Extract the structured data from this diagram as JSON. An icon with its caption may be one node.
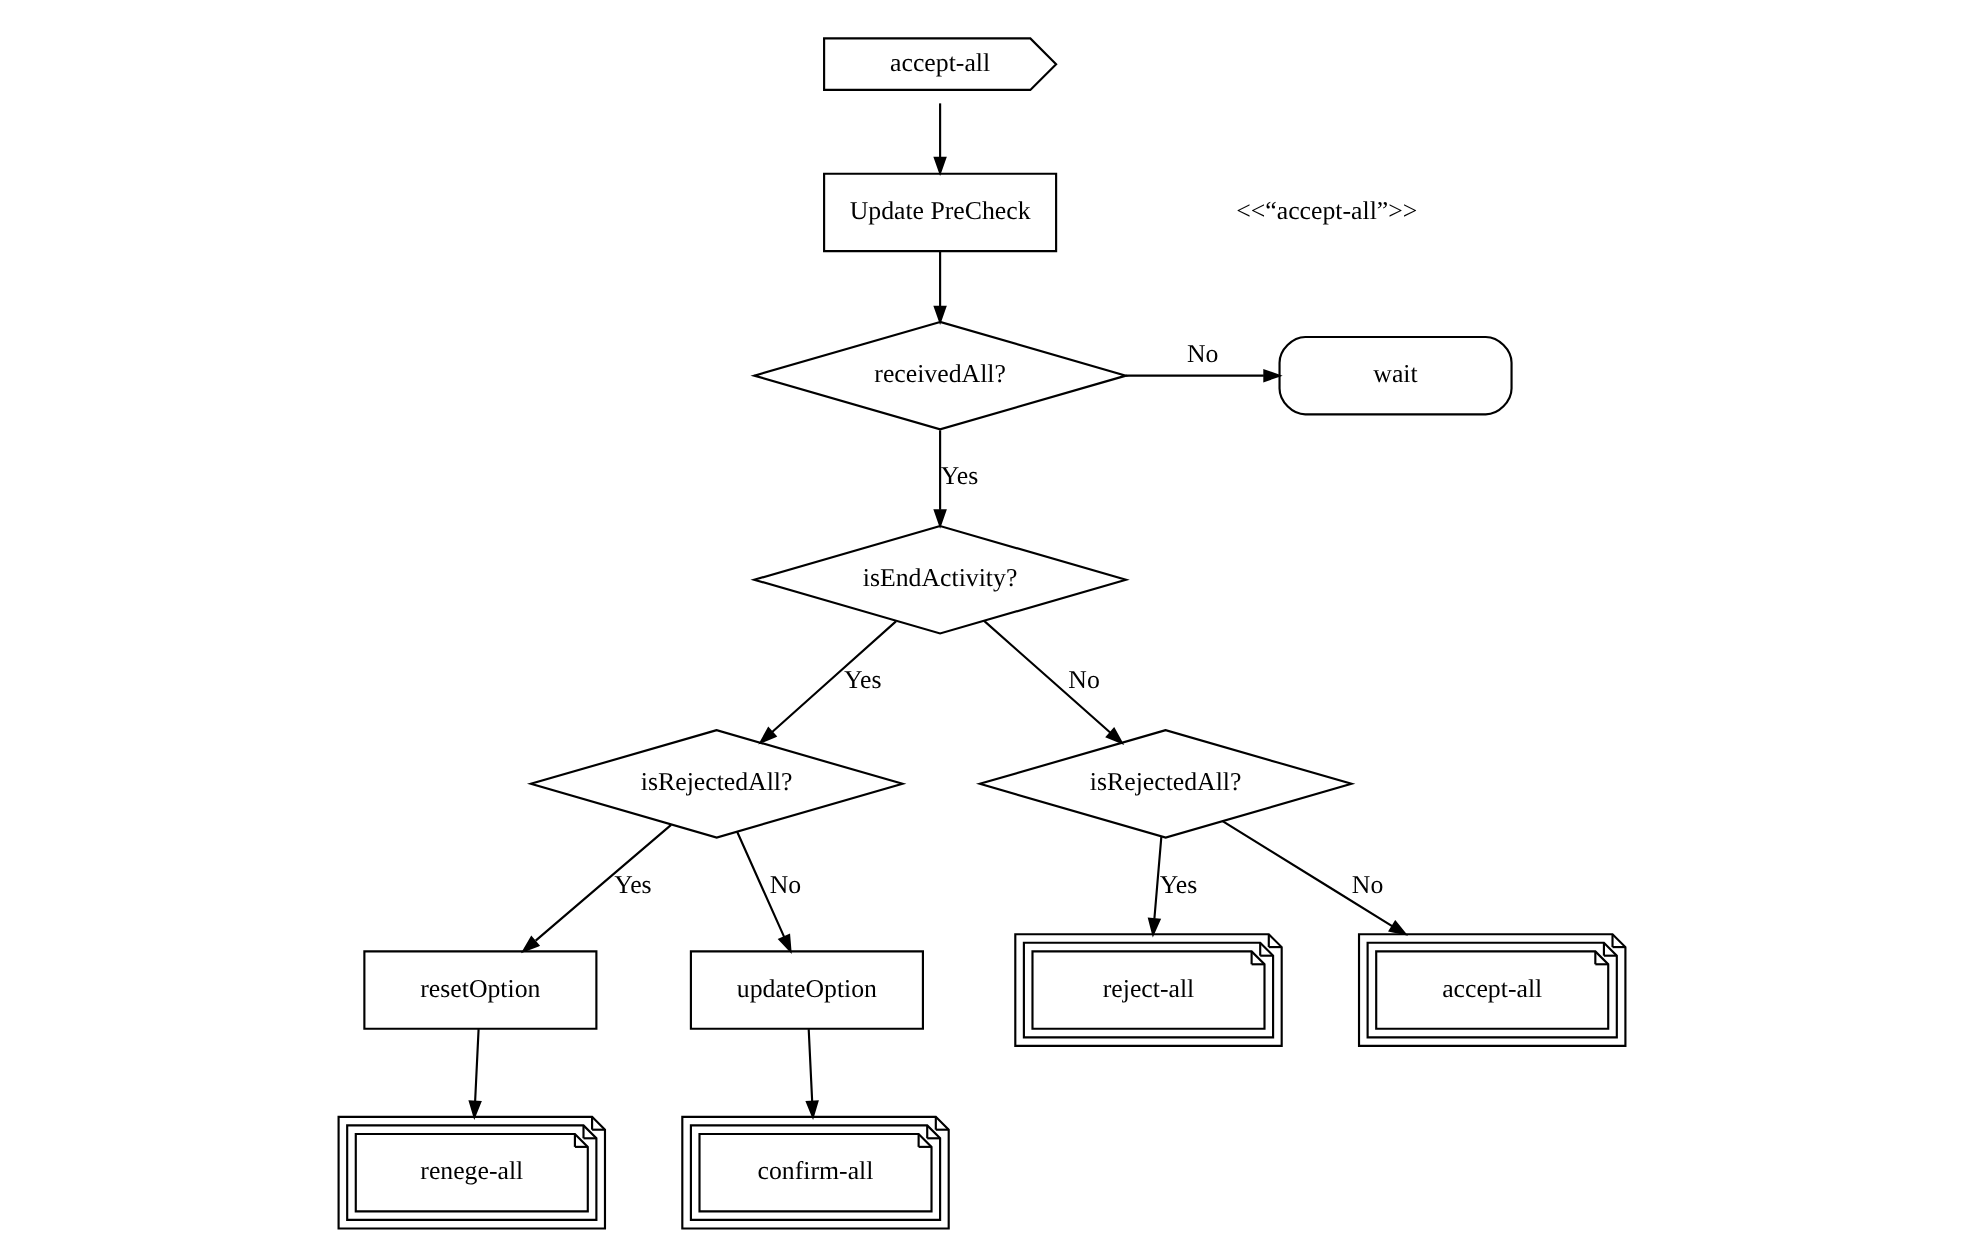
{
  "diagram": {
    "nodes": [
      {
        "text": [
          "accept-all"
        ]
      },
      {
        "text": [
          "Update PreCheck"
        ]
      },
      {
        "text": [
          "receivedAll?"
        ]
      },
      {
        "text": [
          "wait"
        ]
      },
      {
        "text": [
          "isEndActivity?"
        ]
      },
      {
        "text": [
          "isRejectedAll?"
        ]
      },
      {
        "text": [
          "isRejectedAll?"
        ]
      },
      {
        "text": [
          "resetOption"
        ]
      },
      {
        "text": [
          "updateOption"
        ]
      },
      {
        "text": [
          "renege-all"
        ]
      },
      {
        "text": [
          "confirm-all"
        ]
      },
      {
        "text": [
          "reject-all"
        ]
      },
      {
        "text": [
          "accept-all"
        ]
      }
    ],
    "edges": [
      {
        "from": 0,
        "to": 1,
        "arrow": "to"
      },
      {
        "from": 1,
        "to": 2,
        "arrow": "to"
      },
      {
        "from": 2,
        "to": 3,
        "label": "No",
        "arrow": "to"
      },
      {
        "from": 2,
        "to": 4,
        "label": "Yes",
        "arrow": "to"
      },
      {
        "from": 4,
        "to": 5,
        "label": "Yes",
        "arrow": "to"
      },
      {
        "from": 4,
        "to": 6,
        "label": "No",
        "arrow": "to"
      },
      {
        "from": 5,
        "to": 7,
        "label": "Yes",
        "arrow": "to"
      },
      {
        "from": 5,
        "to": 8,
        "label": "No",
        "arrow": "to"
      },
      {
        "from": 7,
        "to": 9,
        "arrow": "to"
      },
      {
        "from": 8,
        "to": 10,
        "arrow": "to"
      },
      {
        "from": 6,
        "to": 11,
        "label": "Yes",
        "arrow": "to"
      },
      {
        "from": 6,
        "to": 12,
        "label": "No",
        "arrow": "to"
      }
    ],
    "labels": [
      "<<“accept-all”>>"
    ]
  }
}
